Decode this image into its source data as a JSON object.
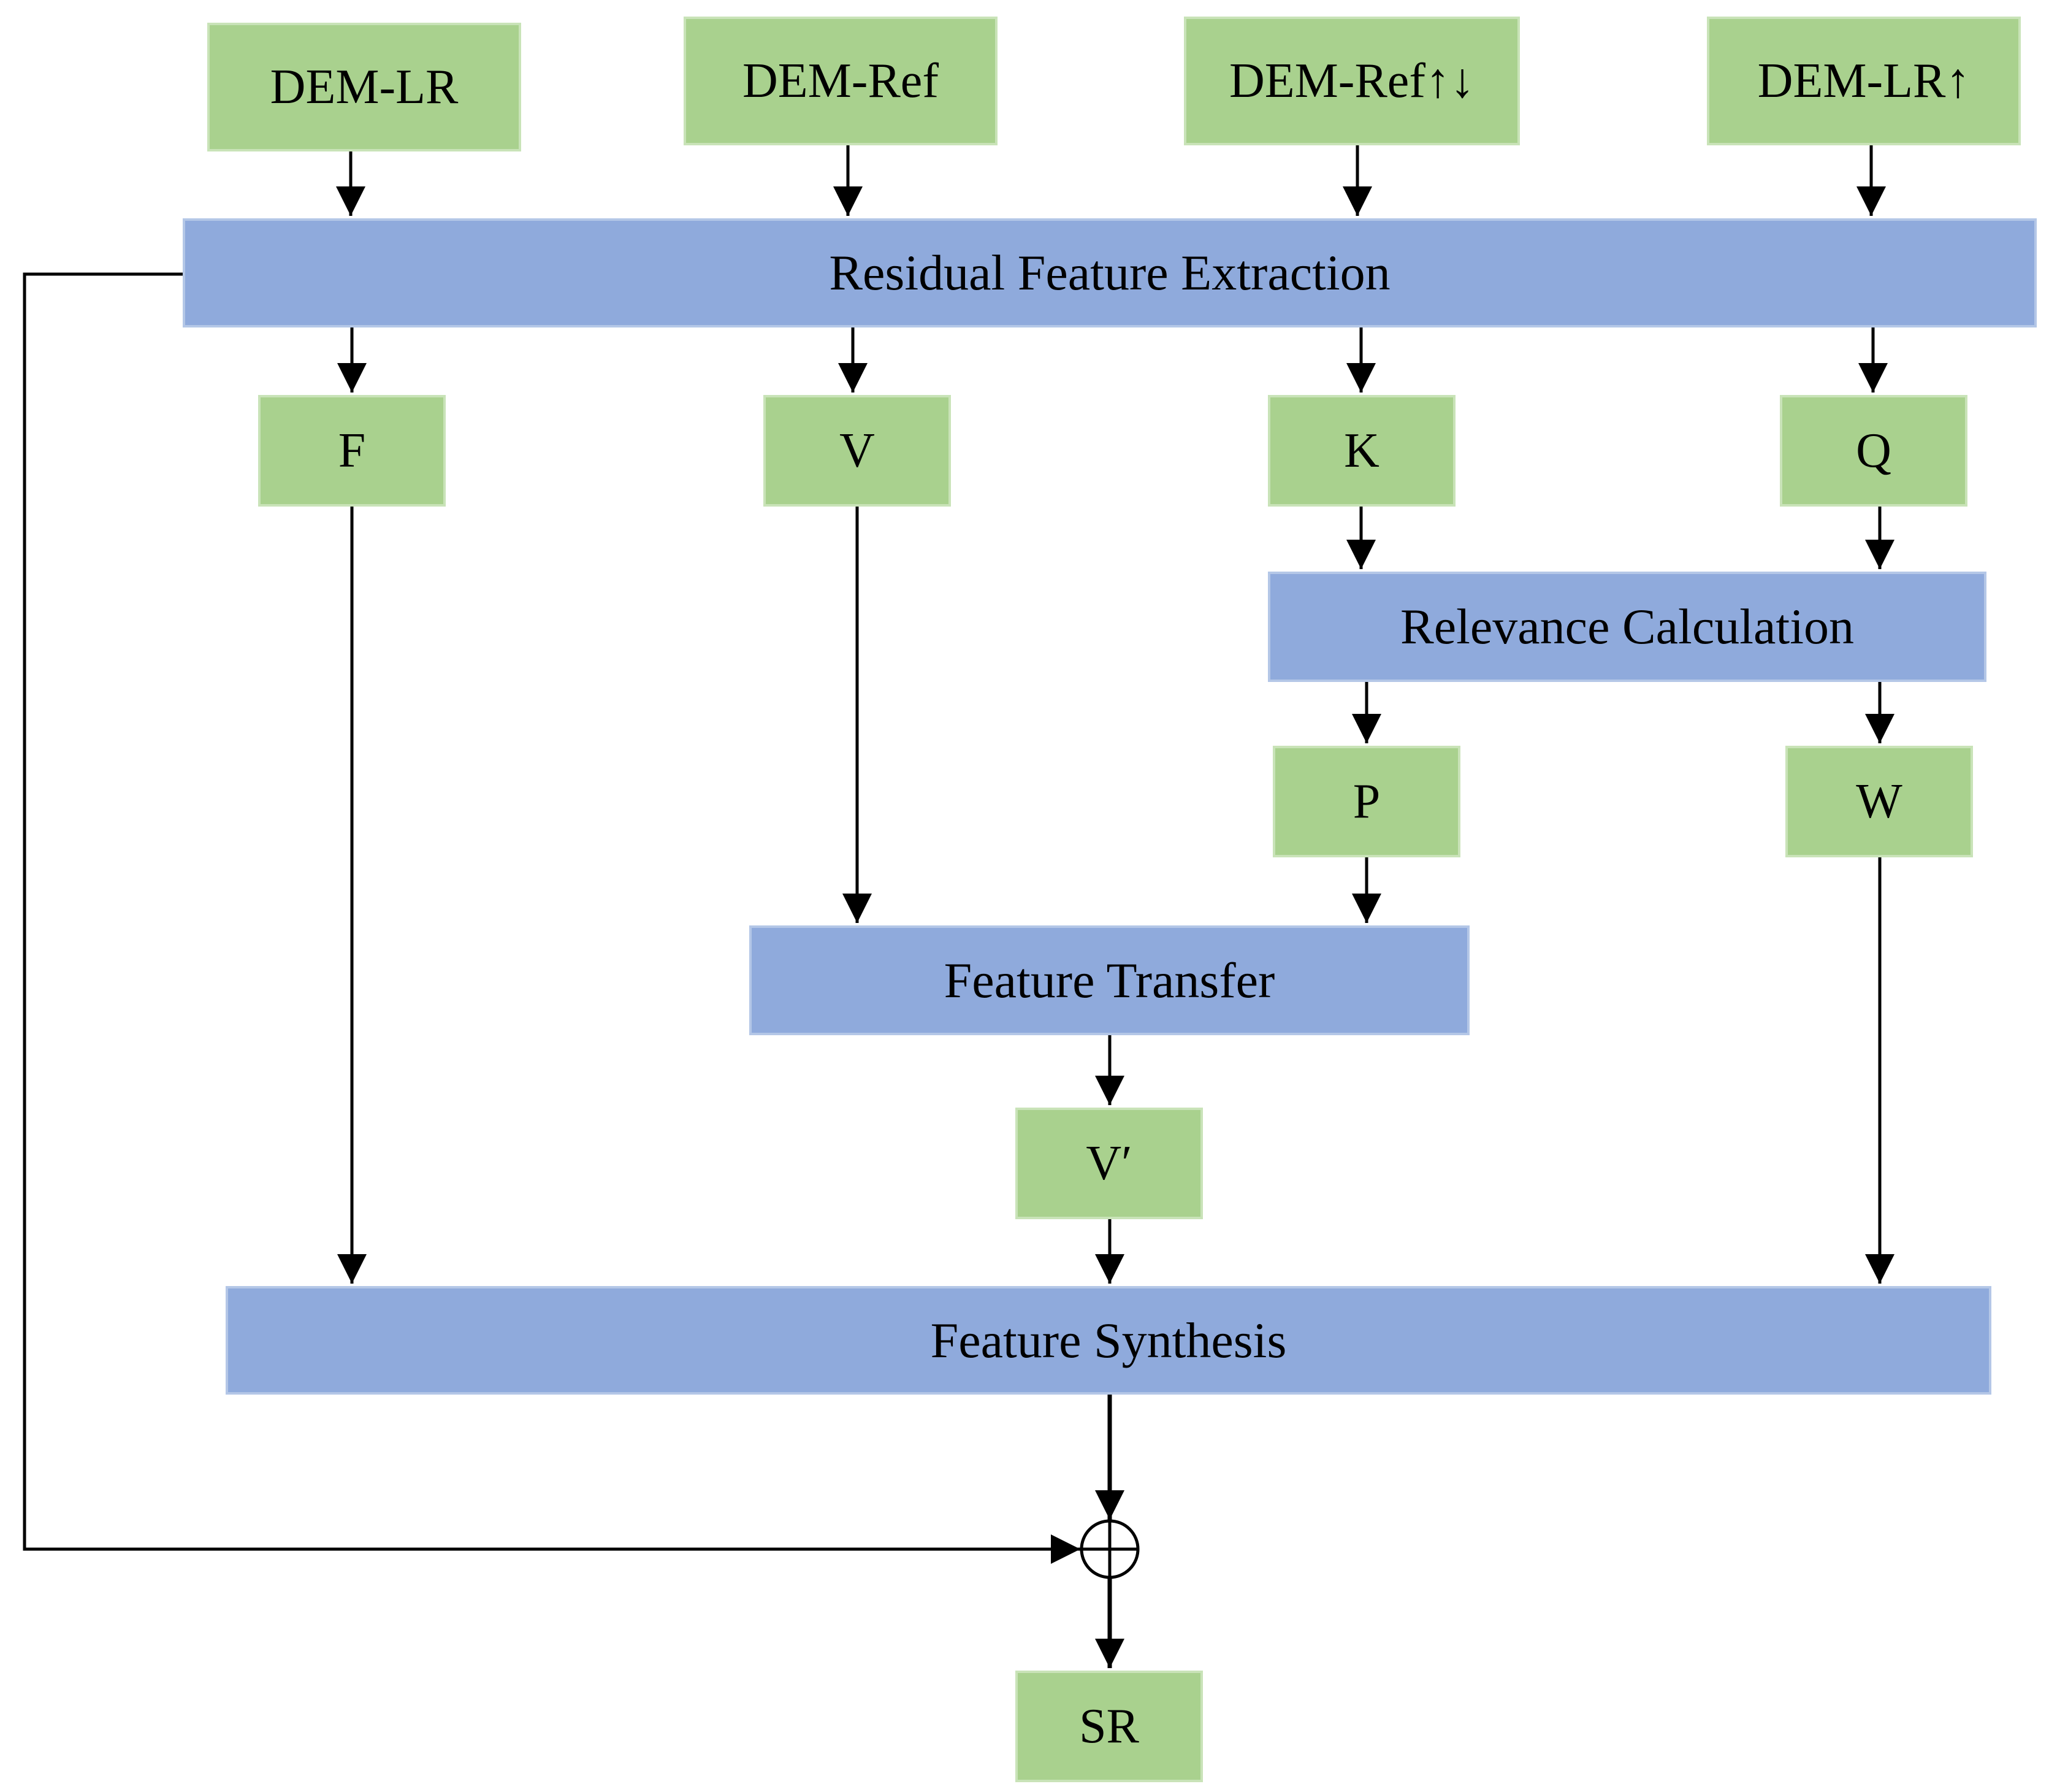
{
  "inputs": {
    "dem_lr": "DEM-LR",
    "dem_ref": "DEM-Ref",
    "dem_ref_updown": "DEM-Ref↑↓",
    "dem_lr_up": "DEM-LR↑"
  },
  "modules": {
    "residual_feature_extraction": "Residual Feature Extraction",
    "relevance_calculation": "Relevance Calculation",
    "feature_transfer": "Feature Transfer",
    "feature_synthesis": "Feature Synthesis"
  },
  "features": {
    "f": "F",
    "v": "V",
    "k": "K",
    "q": "Q",
    "p": "P",
    "w": "W",
    "v_prime": "V′"
  },
  "output": {
    "sr": "SR"
  },
  "colors": {
    "data_box": "#a9d18e",
    "process_box": "#8faadc",
    "line": "#000000"
  }
}
